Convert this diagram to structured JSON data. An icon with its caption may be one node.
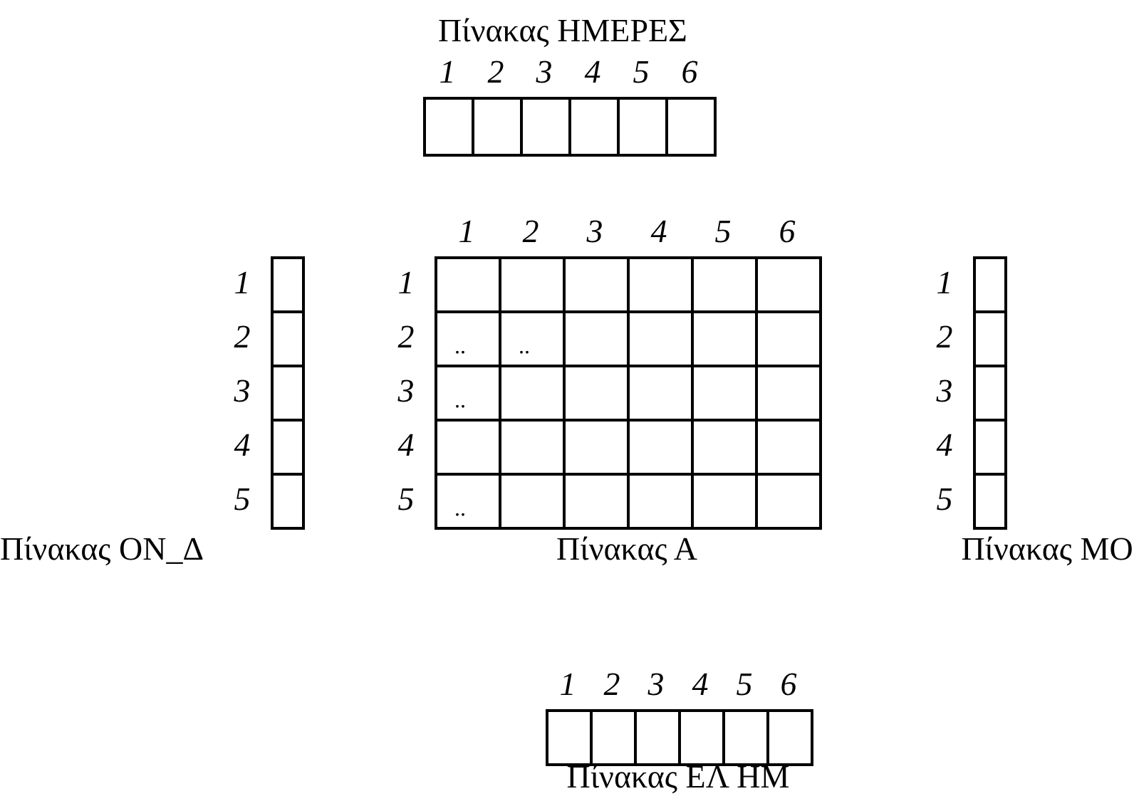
{
  "diagram": {
    "nodes": [
      {
        "text": [
          "Πίνακας ΗΜΕΡΕΣ"
        ],
        "beside": [
          "1",
          "2",
          "3",
          "4",
          "5",
          "6"
        ]
      },
      {
        "text": [
          "Πίνακας ΟΝ_Δ"
        ],
        "beside": [
          "1",
          "2",
          "3",
          "4",
          "5"
        ]
      },
      {
        "text": [
          "Πίνακας Α"
        ],
        "beside": [
          "1",
          "2",
          "3",
          "4",
          "5",
          "6",
          "1",
          "2",
          "3",
          "4",
          "5"
        ]
      },
      {
        "text": [
          "Πίνακας ΜΟ"
        ],
        "beside": [
          "1",
          "2",
          "3",
          "4",
          "5"
        ]
      },
      {
        "text": [
          "Πίνακας ΕΛ ΗΜ"
        ],
        "beside": [
          "1",
          "2",
          "3",
          "4",
          "5",
          "6"
        ]
      }
    ],
    "labels": [
      "..",
      "..",
      "..",
      ".."
    ]
  }
}
